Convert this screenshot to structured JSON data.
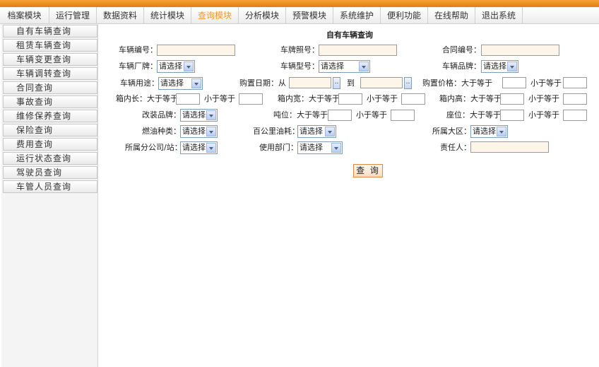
{
  "nav": {
    "tabs": [
      "档案模块",
      "运行管理",
      "数据资料",
      "统计模块",
      "查询模块",
      "分析模块",
      "预警模块",
      "系统维护",
      "便利功能",
      "在线帮助",
      "退出系统"
    ],
    "active": "查询模块"
  },
  "sidebar": {
    "items": [
      "自有车辆查询",
      "租赁车辆查询",
      "车辆变更查询",
      "车辆调转查询",
      "合同查询",
      "事故查询",
      "维修保养查询",
      "保险查询",
      "费用查询",
      "运行状态查询",
      "驾驶员查询",
      "车管人员查询"
    ]
  },
  "form": {
    "title": "自有车辆查询",
    "select_placeholder": "请选择",
    "vehicle_no": "车辆编号：",
    "plate_no": "车牌照号：",
    "contract_no": "合同编号：",
    "manufacturer": "车辆厂牌：",
    "model": "车辆型号：",
    "brand": "车辆品牌：",
    "usage": "车辆用途：",
    "purchase_date": "购置日期：从",
    "to": "到",
    "picker_label": "..",
    "purchase_price": "购置价格：大于等于",
    "less_equal": "小于等于",
    "inner_length": "箱内长：大于等于",
    "inner_width": "箱内宽：大于等于",
    "inner_height": "箱内高：大于等于",
    "mod_brand": "改装品牌：",
    "tonnage": "吨位：大于等于",
    "seats": "座位：大于等于",
    "fuel_type": "燃油种类：",
    "fuel_per_100km": "百公里油耗：",
    "region": "所属大区：",
    "branch": "所属分公司/站：",
    "department": "使用部门：",
    "responsible": "责任人：",
    "search_button": "查 询"
  },
  "colors": {
    "accent": "#f29a2e",
    "topbar": "#e8861a",
    "input_bg": "#fdf6e8"
  }
}
